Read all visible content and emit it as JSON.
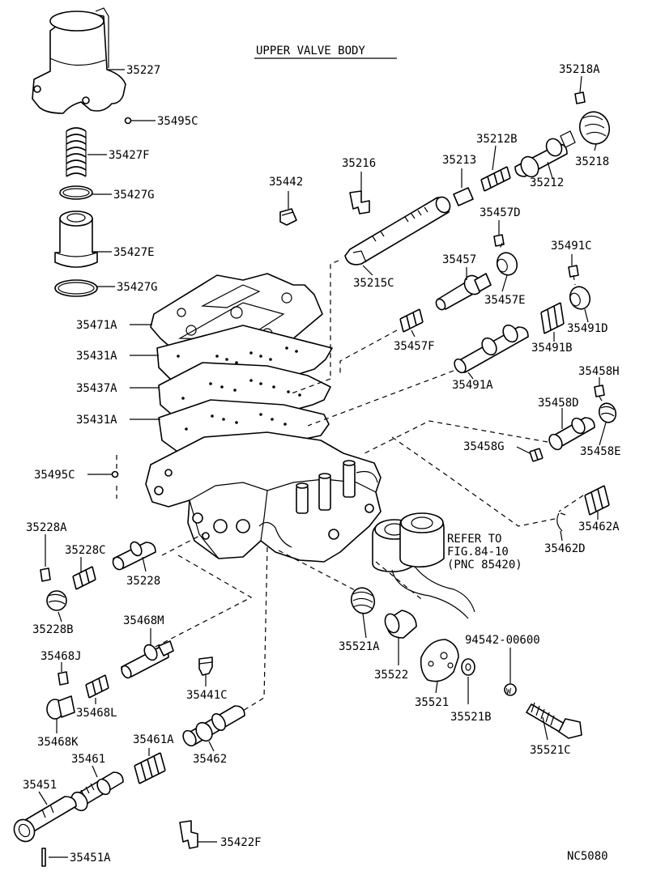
{
  "title": "UPPER VALVE BODY",
  "figure_code": "NC5080",
  "note": {
    "line1": "REFER TO",
    "line2": "FIG.84-10",
    "line3": "(PNC 85420)"
  },
  "parts": {
    "p35227": "35227",
    "p35495C_top": "35495C",
    "p35427F": "35427F",
    "p35427G_a": "35427G",
    "p35427E": "35427E",
    "p35427G_b": "35427G",
    "p35471A": "35471A",
    "p35431A_a": "35431A",
    "p35437A": "35437A",
    "p35431A_b": "35431A",
    "p35495C_mid": "35495C",
    "p35442": "35442",
    "p35216": "35216",
    "p35215C": "35215C",
    "p35213": "35213",
    "p35212B": "35212B",
    "p35212": "35212",
    "p35218": "35218",
    "p35218A": "35218A",
    "p35457D": "35457D",
    "p35457": "35457",
    "p35457E": "35457E",
    "p35457F": "35457F",
    "p35491C": "35491C",
    "p35491D": "35491D",
    "p35491B": "35491B",
    "p35491A": "35491A",
    "p35458H": "35458H",
    "p35458D": "35458D",
    "p35458G": "35458G",
    "p35458E": "35458E",
    "p35462A": "35462A",
    "p35462D": "35462D",
    "p35228A": "35228A",
    "p35228C": "35228C",
    "p35228": "35228",
    "p35228B": "35228B",
    "p35468M": "35468M",
    "p35468J": "35468J",
    "p35468L": "35468L",
    "p35468K": "35468K",
    "p35441C": "35441C",
    "p35461A": "35461A",
    "p35461": "35461",
    "p35462": "35462",
    "p35451": "35451",
    "p35451A": "35451A",
    "p35422F": "35422F",
    "p35521A": "35521A",
    "p35522": "35522",
    "p35521": "35521",
    "p94542": "94542-00600",
    "p35521B": "35521B",
    "p35521C": "35521C"
  }
}
